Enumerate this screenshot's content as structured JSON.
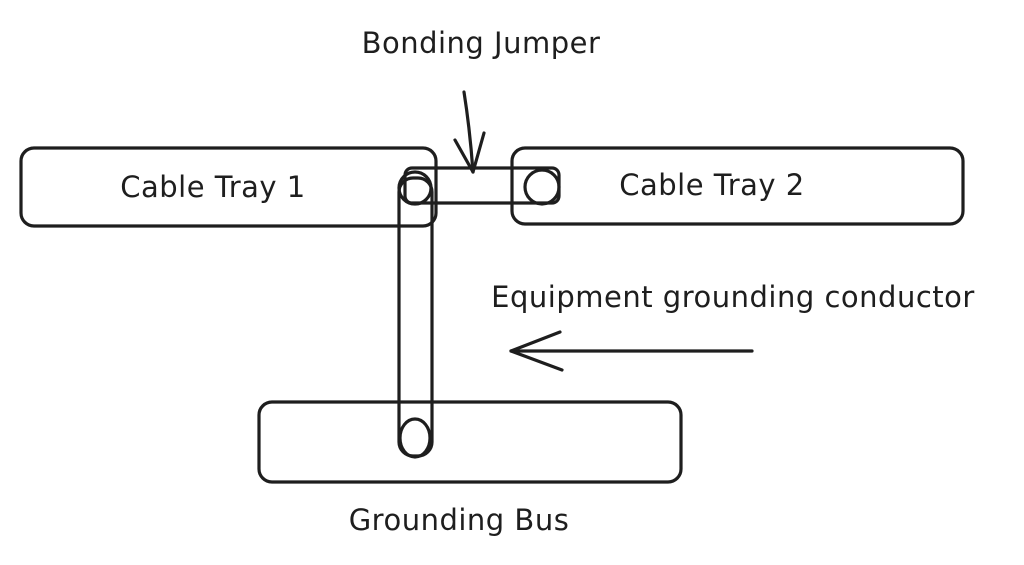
{
  "labels": {
    "bonding_jumper": "Bonding Jumper",
    "cable_tray_1": "Cable Tray 1",
    "cable_tray_2": "Cable Tray 2",
    "equipment_grounding_conductor": "Equipment grounding conductor",
    "grounding_bus": "Grounding Bus"
  },
  "colors": {
    "stroke": "#1e1e1e",
    "background": "#ffffff"
  }
}
